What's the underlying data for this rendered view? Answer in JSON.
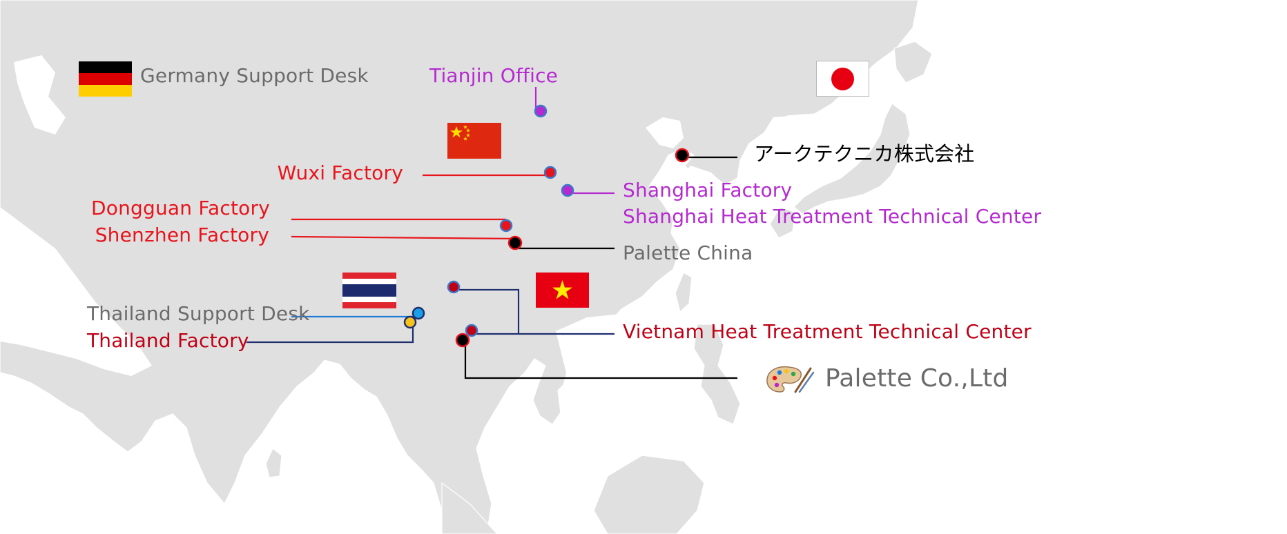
{
  "colors": {
    "land": "#e0e0e0",
    "sea": "#ffffff",
    "factory_red": "#e8141c",
    "dark_red": "#c00014",
    "magenta": "#b52ad0",
    "grey": "#6b6b6b",
    "black": "#000000",
    "navy": "#1f2f6e",
    "blue_line": "#1f7ad8",
    "blue_dot": "#1aa0e8",
    "yellow_dot": "#f7c21a",
    "ring_blue": "#3b78c8"
  },
  "locations": {
    "germany_desk": "Germany Support Desk",
    "tianjin": "Tianjin Office",
    "wuxi": "Wuxi Factory",
    "dongguan": "Dongguan Factory",
    "shenzhen": "Shenzhen Factory",
    "shanghai_factory": "Shanghai Factory",
    "shanghai_center": "Shanghai Heat Treatment Technical Center",
    "palette_china": "Palette China",
    "japan_hq": "アークテクニカ株式会社",
    "thailand_desk": "Thailand Support Desk",
    "thailand_factory": "Thailand Factory",
    "vietnam_center": "Vietnam Heat Treatment Technical Center",
    "palette_company": "Palette Co.,Ltd"
  },
  "flags": {
    "germany": "germany-flag",
    "china": "china-flag",
    "japan": "japan-flag",
    "thailand": "thailand-flag",
    "vietnam": "vietnam-flag"
  },
  "icons": {
    "palette": "palette-icon"
  }
}
